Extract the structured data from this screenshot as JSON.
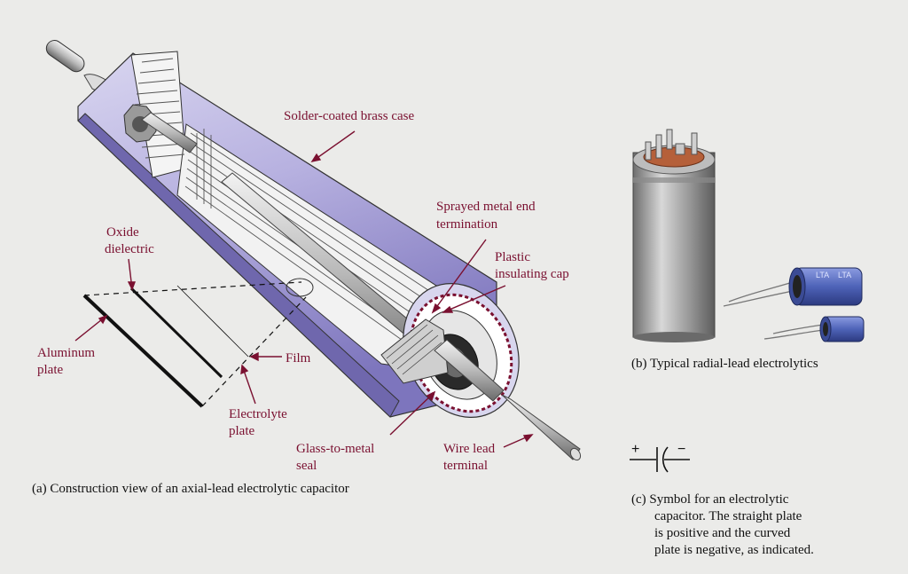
{
  "labels": {
    "case": "Solder-coated brass case",
    "end_termination_1": "Sprayed metal end",
    "end_termination_2": "termination",
    "cap_1": "Plastic",
    "cap_2": "insulating cap",
    "oxide_1": "Oxide",
    "oxide_2": "dielectric",
    "aluminum_1": "Aluminum",
    "aluminum_2": "plate",
    "film": "Film",
    "electrolyte_1": "Electrolyte",
    "electrolyte_2": "plate",
    "seal_1": "Glass-to-metal",
    "seal_2": "seal",
    "wire_1": "Wire lead",
    "wire_2": "terminal",
    "small_cap_marking": "LTA"
  },
  "captions": {
    "a": "(a)  Construction view of an axial-lead electrolytic capacitor",
    "b": "(b)  Typical radial-lead electrolytics",
    "c_1": "(c)  Symbol for an electrolytic",
    "c_2": "capacitor. The straight plate",
    "c_3": "is positive and the curved",
    "c_4": "plate is negative, as indicated."
  },
  "symbol": {
    "plus": "+",
    "minus": "−"
  },
  "colors": {
    "label": "#7a1030",
    "case_purple": "#9a92d0",
    "blue_capacitor": "#4e63b8",
    "background": "#ebebe9"
  }
}
